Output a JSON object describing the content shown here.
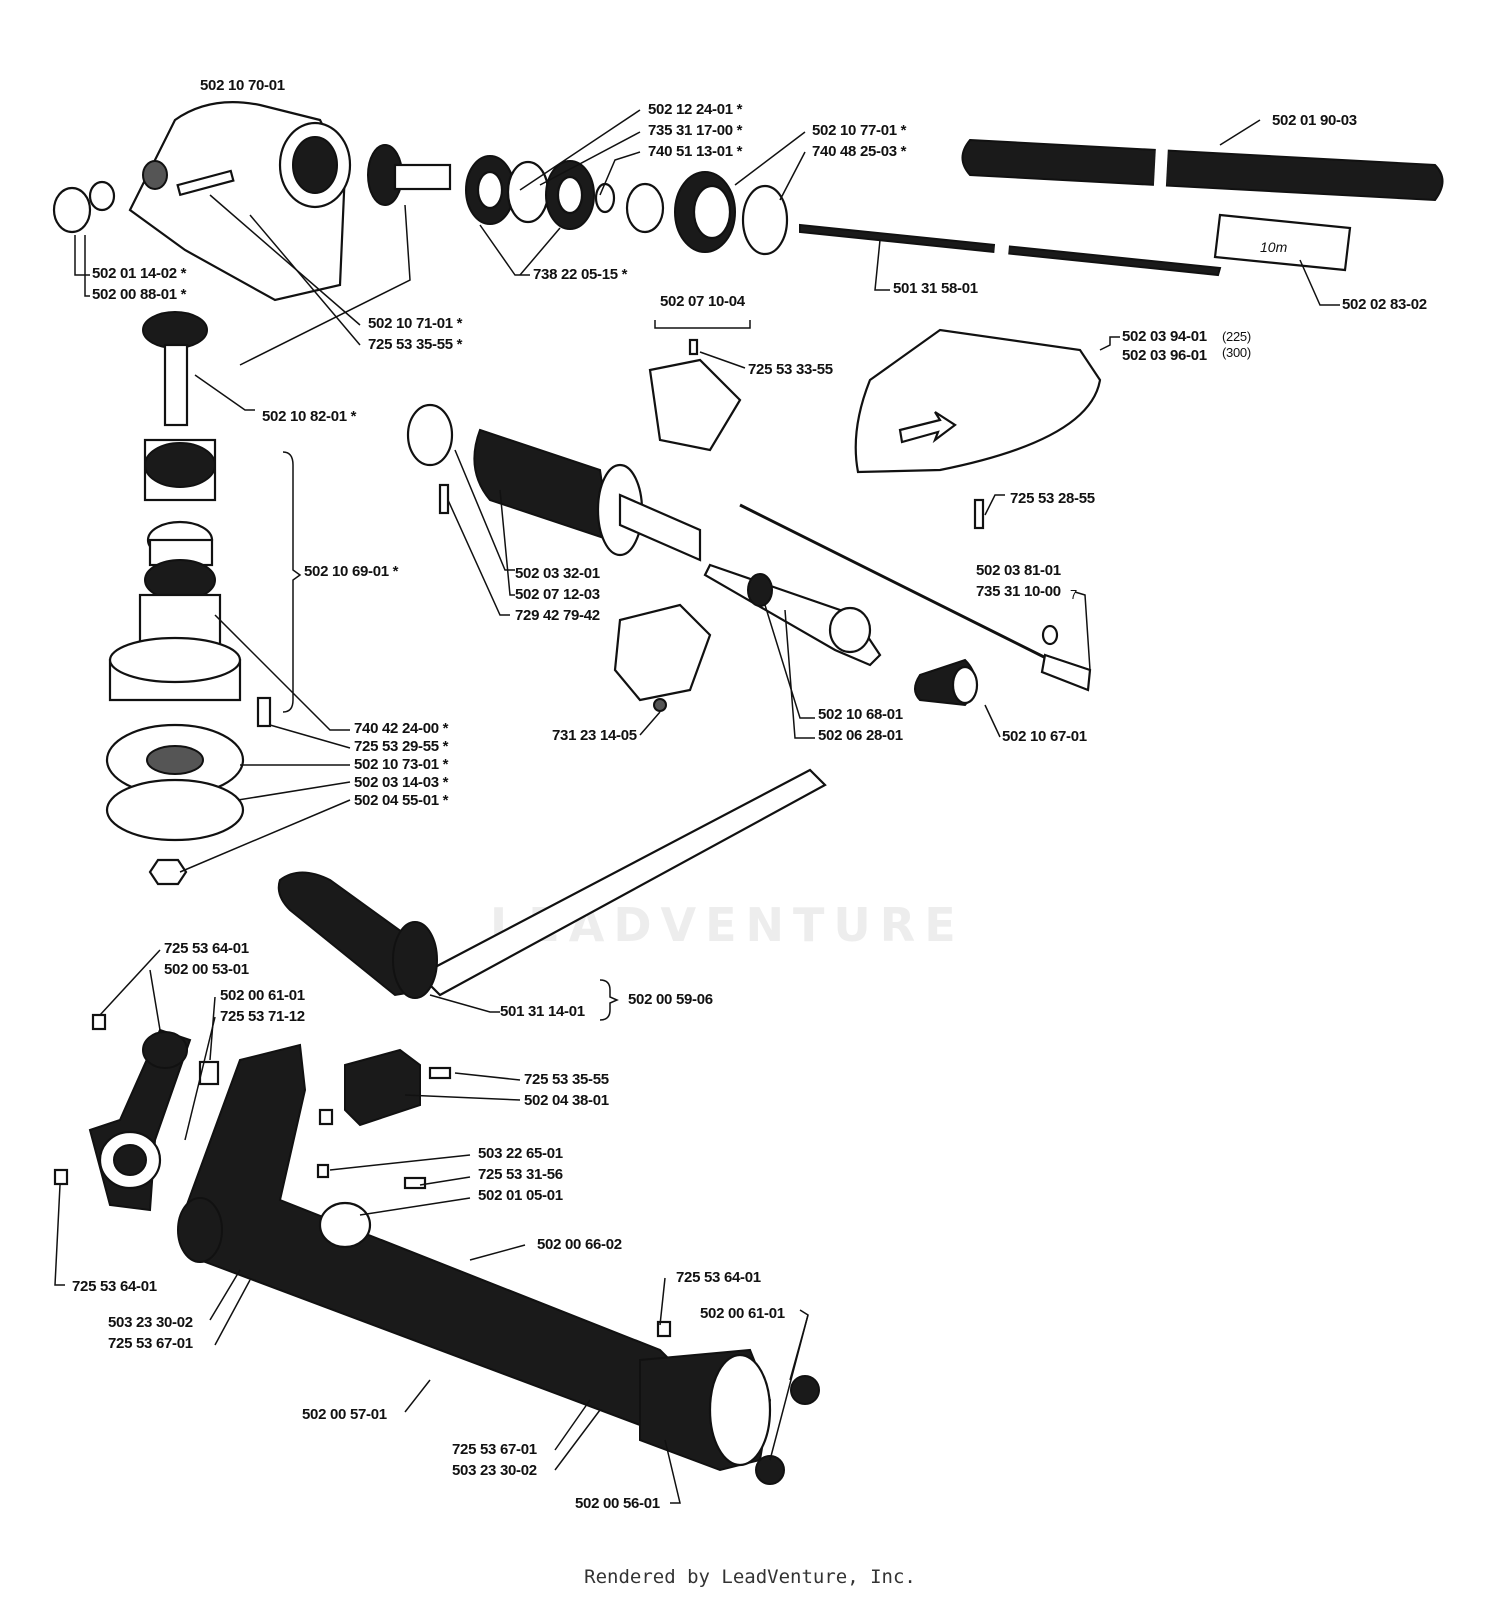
{
  "watermark": "LEADVENTURE",
  "footer": "Rendered by LeadVenture, Inc.",
  "labels": [
    {
      "id": "l1",
      "text": "502 10 70-01"
    },
    {
      "id": "l2",
      "text": "502 12 24-01  *"
    },
    {
      "id": "l3",
      "text": "735 31 17-00  *"
    },
    {
      "id": "l4",
      "text": "740 51 13-01  *"
    },
    {
      "id": "l5",
      "text": "502 10 77-01  *"
    },
    {
      "id": "l6",
      "text": "740 48 25-03  *"
    },
    {
      "id": "l7",
      "text": "502 01 90-03"
    },
    {
      "id": "l8",
      "text": "502 01 14-02  *"
    },
    {
      "id": "l9",
      "text": "502 00 88-01  *"
    },
    {
      "id": "l10",
      "text": "738 22 05-15  *"
    },
    {
      "id": "l11",
      "text": "501 31 58-01"
    },
    {
      "id": "l12",
      "text": "502 02 83-02"
    },
    {
      "id": "l13",
      "text": "502 07 10-04"
    },
    {
      "id": "l14",
      "text": "502 10 71-01  *"
    },
    {
      "id": "l15",
      "text": "725 53 35-55  *"
    },
    {
      "id": "l16",
      "text": "502 03 94-01"
    },
    {
      "id": "l16b",
      "text": "(225)"
    },
    {
      "id": "l17",
      "text": "502 03 96-01"
    },
    {
      "id": "l17b",
      "text": "(300)"
    },
    {
      "id": "l18",
      "text": "725 53 33-55"
    },
    {
      "id": "l19",
      "text": "502 10 82-01  *"
    },
    {
      "id": "l20",
      "text": "725 53 28-55"
    },
    {
      "id": "l21",
      "text": "502 10 69-01  *"
    },
    {
      "id": "l22",
      "text": "502 03 32-01"
    },
    {
      "id": "l23",
      "text": "502 07 12-03"
    },
    {
      "id": "l24",
      "text": "729 42 79-42"
    },
    {
      "id": "l25",
      "text": "502 03 81-01"
    },
    {
      "id": "l26",
      "text": "735 31 10-00"
    },
    {
      "id": "l26b",
      "text": "7"
    },
    {
      "id": "l27",
      "text": "502 10 68-01"
    },
    {
      "id": "l28",
      "text": "502 06 28-01"
    },
    {
      "id": "l29",
      "text": "731 23 14-05"
    },
    {
      "id": "l30",
      "text": "502 10 67-01"
    },
    {
      "id": "l31",
      "text": "740 42 24-00  *"
    },
    {
      "id": "l32",
      "text": "725 53 29-55  *"
    },
    {
      "id": "l33",
      "text": "502 10 73-01  *"
    },
    {
      "id": "l34",
      "text": "502 03 14-03  *"
    },
    {
      "id": "l35",
      "text": "502 04 55-01  *"
    },
    {
      "id": "l36",
      "text": "725 53 64-01"
    },
    {
      "id": "l37",
      "text": "502 00 53-01"
    },
    {
      "id": "l38",
      "text": "502 00 61-01"
    },
    {
      "id": "l39",
      "text": "725 53 71-12"
    },
    {
      "id": "l40",
      "text": "501 31 14-01"
    },
    {
      "id": "l41",
      "text": "502 00 59-06"
    },
    {
      "id": "l42",
      "text": "725 53 35-55"
    },
    {
      "id": "l43",
      "text": "502 04 38-01"
    },
    {
      "id": "l44",
      "text": "503 22 65-01"
    },
    {
      "id": "l45",
      "text": "725 53 31-56"
    },
    {
      "id": "l46",
      "text": "502 01 05-01"
    },
    {
      "id": "l47",
      "text": "502 00 66-02"
    },
    {
      "id": "l48",
      "text": "725 53 64-01"
    },
    {
      "id": "l49",
      "text": "725 53 64-01"
    },
    {
      "id": "l50",
      "text": "502 00 61-01"
    },
    {
      "id": "l51",
      "text": "503 23 30-02"
    },
    {
      "id": "l52",
      "text": "725 53 67-01"
    },
    {
      "id": "l53",
      "text": "502 00 57-01"
    },
    {
      "id": "l54",
      "text": "725 53 67-01"
    },
    {
      "id": "l55",
      "text": "503 23 30-02"
    },
    {
      "id": "l56",
      "text": "502 00 56-01"
    }
  ],
  "shaft_marking": "10m"
}
